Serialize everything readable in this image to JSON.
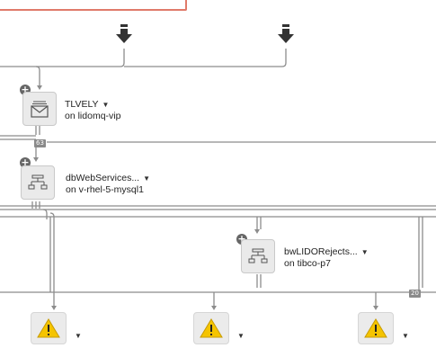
{
  "nodes": [
    {
      "name": "TLVELY",
      "host": "on lidomq-vip",
      "icon": "envelope-queue-icon"
    },
    {
      "name": "dbWebServices...",
      "host": "on v-rhel-5-mysql1",
      "icon": "network-hub-icon"
    },
    {
      "name": "bwLIDORejects...",
      "host": "on tibco-p7",
      "icon": "network-hub-icon"
    }
  ],
  "badges": {
    "first": "63",
    "second": "20"
  },
  "glyphs": {
    "caret": "▼",
    "plus": "+"
  },
  "colors": {
    "line": "#8c8c8c",
    "arrow": "#333333",
    "box_border": "#e07a6a",
    "warning": "#f5c400"
  }
}
